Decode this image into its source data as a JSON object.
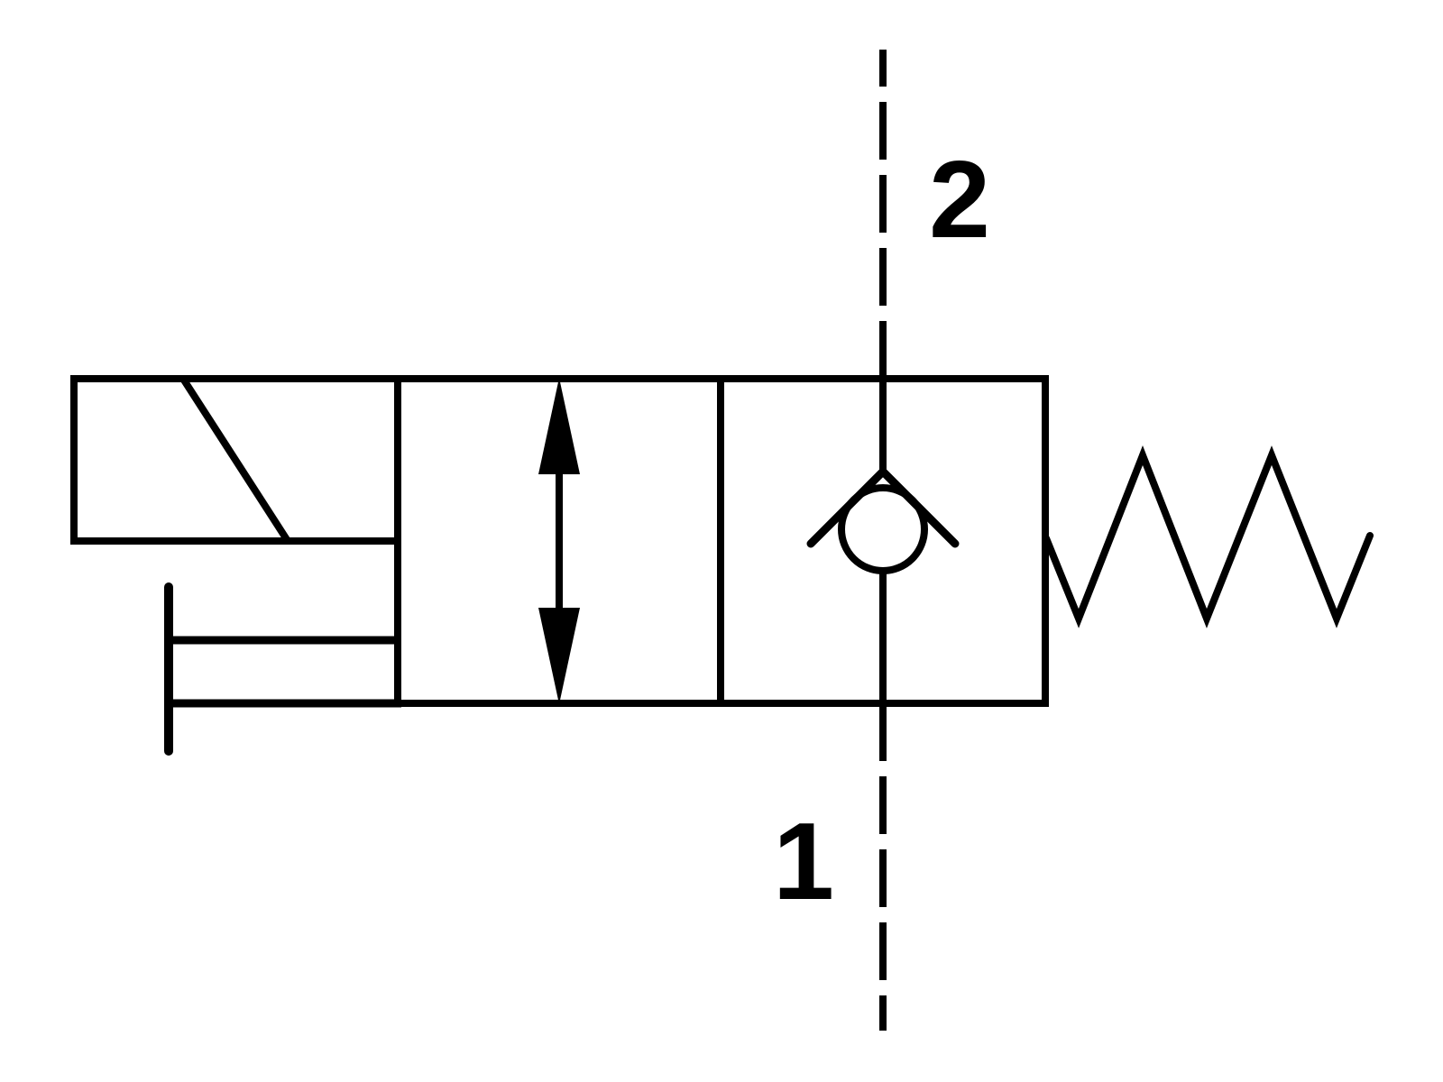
{
  "diagram": {
    "kind": "hydraulic-valve-schematic",
    "colors": {
      "line": "#000000",
      "background": "#ffffff"
    },
    "ports": {
      "top": {
        "label": "2"
      },
      "bottom": {
        "label": "1"
      }
    },
    "components": [
      "solenoid-actuator-icon",
      "manual-override-icon",
      "two-way-arrow-icon",
      "check-valve-icon",
      "return-spring-icon",
      "port-line-dashed"
    ]
  }
}
